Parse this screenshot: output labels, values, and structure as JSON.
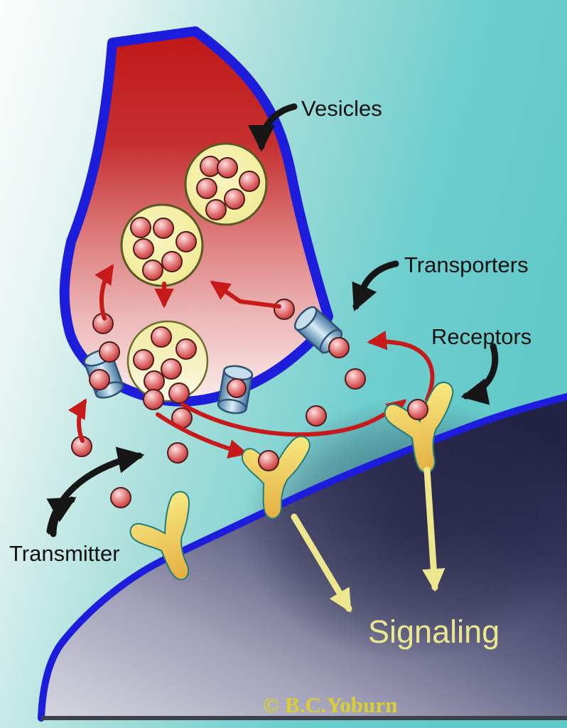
{
  "figure_type": "synapse neurotransmission diagram",
  "labels": {
    "vesicles": "Vesicles",
    "transporters": "Transporters",
    "receptors": "Receptors",
    "transmitter": "Transmitter",
    "signaling": "Signaling",
    "credit": "© B.C.Yoburn"
  },
  "counts": {
    "vesicles": 3,
    "transmitter_molecules_per_vesicle": 6,
    "transporters": 3,
    "receptors": 3
  },
  "colors": {
    "background_teal": "#5fc9c9",
    "background_highlight": "#ffffff",
    "membrane_blue": "#1717dd",
    "terminal_red_top": "#c01212",
    "terminal_pink_bottom": "#fcefec",
    "vesicle_yellow": "#f5f0a0",
    "transmitter_red": "#da5858",
    "transporter_steel_blue": "#8fb6d0",
    "receptor_gold": "#eec44e",
    "postsynaptic_dark": "#1d1d40",
    "postsynaptic_light": "#d8d8e2",
    "arrow_red": "#c81414",
    "arrow_black": "#101010",
    "arrow_yellow": "#efe88c",
    "label_text": "#0d0d0d",
    "signaling_text": "#ece98e",
    "credit_text": "#dccf2d"
  }
}
